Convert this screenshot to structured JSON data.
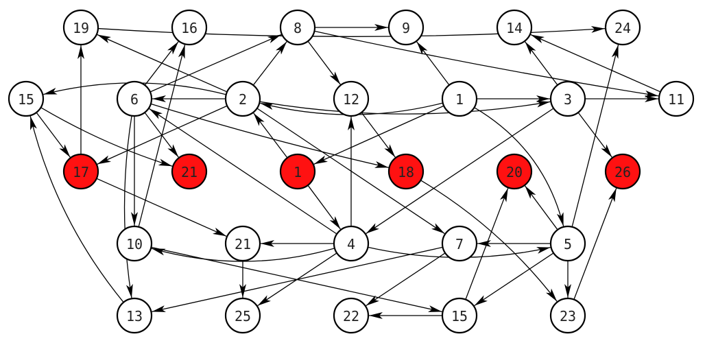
{
  "colors": {
    "default_fill": "#ffffff",
    "highlight_fill": "#ff1111",
    "stroke": "#000000"
  },
  "nodes": [
    {
      "id": "n19",
      "label": "19",
      "highlight": false
    },
    {
      "id": "n16",
      "label": "16",
      "highlight": false
    },
    {
      "id": "n8",
      "label": "8",
      "highlight": false
    },
    {
      "id": "n9",
      "label": "9",
      "highlight": false
    },
    {
      "id": "n14",
      "label": "14",
      "highlight": false
    },
    {
      "id": "n24",
      "label": "24",
      "highlight": false
    },
    {
      "id": "n15a",
      "label": "15",
      "highlight": false
    },
    {
      "id": "n6",
      "label": "6",
      "highlight": false
    },
    {
      "id": "n2",
      "label": "2",
      "highlight": false
    },
    {
      "id": "n12",
      "label": "12",
      "highlight": false
    },
    {
      "id": "n1a",
      "label": "1",
      "highlight": false
    },
    {
      "id": "n3",
      "label": "3",
      "highlight": false
    },
    {
      "id": "n11",
      "label": "11",
      "highlight": false
    },
    {
      "id": "n17",
      "label": "17",
      "highlight": true
    },
    {
      "id": "n21a",
      "label": "21",
      "highlight": true
    },
    {
      "id": "n1b",
      "label": "1",
      "highlight": true
    },
    {
      "id": "n18",
      "label": "18",
      "highlight": true
    },
    {
      "id": "n20",
      "label": "20",
      "highlight": true
    },
    {
      "id": "n26",
      "label": "26",
      "highlight": true
    },
    {
      "id": "n10",
      "label": "10",
      "highlight": false
    },
    {
      "id": "n21b",
      "label": "21",
      "highlight": false
    },
    {
      "id": "n4",
      "label": "4",
      "highlight": false
    },
    {
      "id": "n7",
      "label": "7",
      "highlight": false
    },
    {
      "id": "n5",
      "label": "5",
      "highlight": false
    },
    {
      "id": "n13",
      "label": "13",
      "highlight": false
    },
    {
      "id": "n25",
      "label": "25",
      "highlight": false
    },
    {
      "id": "n22",
      "label": "22",
      "highlight": false
    },
    {
      "id": "n15b",
      "label": "15",
      "highlight": false
    },
    {
      "id": "n23",
      "label": "23",
      "highlight": false
    }
  ],
  "edges": [
    {
      "from": "n8",
      "to": "n9"
    },
    {
      "from": "n8",
      "to": "n12"
    },
    {
      "from": "n8",
      "to": "n11"
    },
    {
      "from": "n19",
      "to": "n24"
    },
    {
      "from": "n2",
      "to": "n19"
    },
    {
      "from": "n6",
      "to": "n16"
    },
    {
      "from": "n10",
      "to": "n16"
    },
    {
      "from": "n6",
      "to": "n8"
    },
    {
      "from": "n2",
      "to": "n8"
    },
    {
      "from": "n1a",
      "to": "n9"
    },
    {
      "from": "n1a",
      "to": "n2"
    },
    {
      "from": "n1a",
      "to": "n3"
    },
    {
      "from": "n1a",
      "to": "n1b"
    },
    {
      "from": "n1a",
      "to": "n5"
    },
    {
      "from": "n3",
      "to": "n14"
    },
    {
      "from": "n11",
      "to": "n14"
    },
    {
      "from": "n3",
      "to": "n11"
    },
    {
      "from": "n3",
      "to": "n26"
    },
    {
      "from": "n3",
      "to": "n4"
    },
    {
      "from": "n5",
      "to": "n24"
    },
    {
      "from": "n2",
      "to": "n6"
    },
    {
      "from": "n2",
      "to": "n15a"
    },
    {
      "from": "n2",
      "to": "n17"
    },
    {
      "from": "n2",
      "to": "n3"
    },
    {
      "from": "n2",
      "to": "n7"
    },
    {
      "from": "n6",
      "to": "n21a"
    },
    {
      "from": "n6",
      "to": "n18"
    },
    {
      "from": "n6",
      "to": "n10"
    },
    {
      "from": "n6",
      "to": "n13"
    },
    {
      "from": "n4",
      "to": "n6"
    },
    {
      "from": "n15a",
      "to": "n17"
    },
    {
      "from": "n15a",
      "to": "n21a"
    },
    {
      "from": "n17",
      "to": "n19"
    },
    {
      "from": "n17",
      "to": "n21b"
    },
    {
      "from": "n1b",
      "to": "n2"
    },
    {
      "from": "n1b",
      "to": "n4"
    },
    {
      "from": "n12",
      "to": "n18"
    },
    {
      "from": "n4",
      "to": "n12"
    },
    {
      "from": "n18",
      "to": "n23"
    },
    {
      "from": "n4",
      "to": "n21b"
    },
    {
      "from": "n4",
      "to": "n10"
    },
    {
      "from": "n4",
      "to": "n25"
    },
    {
      "from": "n4",
      "to": "n5"
    },
    {
      "from": "n10",
      "to": "n15b"
    },
    {
      "from": "n21b",
      "to": "n25"
    },
    {
      "from": "n7",
      "to": "n13"
    },
    {
      "from": "n7",
      "to": "n22"
    },
    {
      "from": "n5",
      "to": "n7"
    },
    {
      "from": "n5",
      "to": "n20"
    },
    {
      "from": "n5",
      "to": "n23"
    },
    {
      "from": "n5",
      "to": "n15b"
    },
    {
      "from": "n15b",
      "to": "n20"
    },
    {
      "from": "n15b",
      "to": "n22"
    },
    {
      "from": "n23",
      "to": "n26"
    },
    {
      "from": "n13",
      "to": "n15a"
    }
  ]
}
